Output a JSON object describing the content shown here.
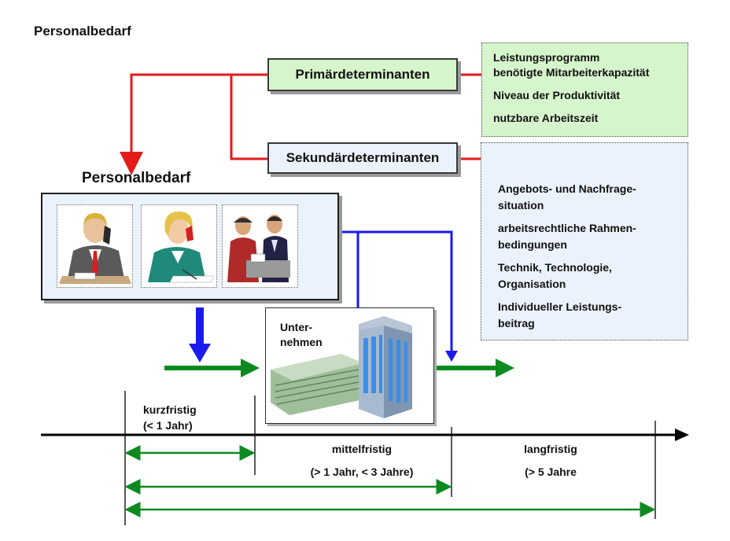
{
  "title": "Personalbedarf",
  "primary_label": "Primärdeterminanten",
  "secondary_label": "Sekundärdeterminanten",
  "primary_items": {
    "line1": "Leistungsprogramm",
    "line2": "benötigte Mitarbeiterkapazität",
    "line3": "Niveau der Produktivität",
    "line4": "nutzbare Arbeitszeit"
  },
  "secondary_items": [
    "Angebots- und Nachfrage-\nsituation",
    "arbeitsrechtliche Rahmen-\nbedingungen",
    "Technik, Technologie,\nOrganisation",
    "Individueller Leistungs-\nbeitrag"
  ],
  "personalbedarf_label": "Personalbedarf",
  "pictures": [
    "businessman-phone",
    "woman-phone",
    "workers-discussion"
  ],
  "company_label": "Unter-\nnehmen",
  "timeline": {
    "short_label": "kurzfristig",
    "short_range": "(< 1 Jahr)",
    "mid_label": "mittelfristig",
    "mid_range": "(> 1 Jahr, < 3 Jahre)",
    "long_label": "langfristig",
    "long_range": "(> 5 Jahre"
  },
  "colors": {
    "red": "#e31b1b",
    "blue": "#1a1aee",
    "green": "#0d8a1f",
    "green_panel": "#d6f5cc",
    "blue_panel": "#eaf2fb"
  }
}
